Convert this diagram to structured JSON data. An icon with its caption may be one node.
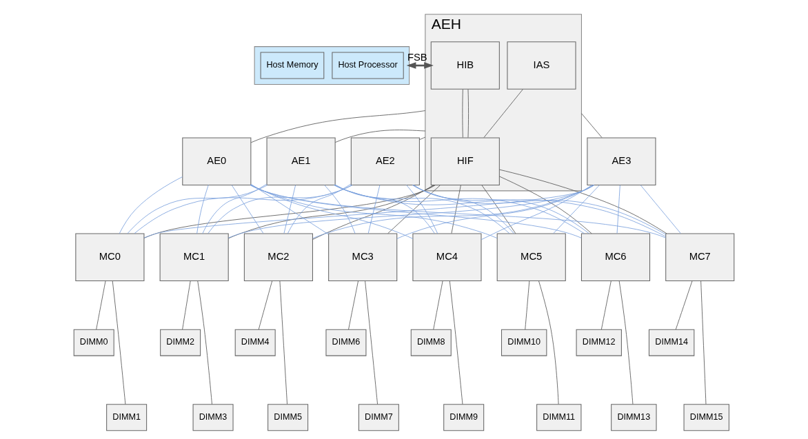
{
  "diagram": {
    "nodes": [
      {
        "text": [],
        "shape": "box"
      },
      {
        "text": [
          "Host Processor"
        ],
        "in": 0
      },
      {
        "text": [
          "Host Memory"
        ],
        "in": 0
      },
      {
        "text": [
          "AEH"
        ]
      },
      {
        "text": [
          "IAS"
        ],
        "in": 3
      },
      {
        "text": [
          "HIB"
        ],
        "in": 3
      },
      {
        "text": [
          "HIF"
        ],
        "in": 3
      },
      {
        "text": [
          "AE0"
        ]
      },
      {
        "text": [
          "AE1"
        ]
      },
      {
        "text": [
          "AE2"
        ]
      },
      {
        "text": [
          "AE3"
        ]
      },
      {
        "text": [
          "MC0"
        ]
      },
      {
        "text": [
          "MC1"
        ]
      },
      {
        "text": [
          "MC2"
        ]
      },
      {
        "text": [
          "MC3"
        ]
      },
      {
        "text": [
          "MC4"
        ]
      },
      {
        "text": [
          "MC5"
        ]
      },
      {
        "text": [
          "MC6"
        ]
      },
      {
        "text": [
          "MC7"
        ]
      },
      {
        "text": [
          "DIMM0"
        ]
      },
      {
        "text": [
          "DIMM1"
        ]
      },
      {
        "text": [
          "DIMM2"
        ]
      },
      {
        "text": [
          "DIMM3"
        ]
      },
      {
        "text": [
          "DIMM4"
        ]
      },
      {
        "text": [
          "DIMM5"
        ]
      },
      {
        "text": [
          "DIMM6"
        ]
      },
      {
        "text": [
          "DIMM7"
        ]
      },
      {
        "text": [
          "DIMM8"
        ]
      },
      {
        "text": [
          "DIMM9"
        ]
      },
      {
        "text": [
          "DIMM10"
        ]
      },
      {
        "text": [
          "DIMM11"
        ]
      },
      {
        "text": [
          "DIMM12"
        ]
      },
      {
        "text": [
          "DIMM13"
        ]
      },
      {
        "text": [
          "DIMM14"
        ]
      },
      {
        "text": [
          "DIMM15"
        ]
      }
    ],
    "edges": [
      {
        "from": 0,
        "to": 5,
        "arrow": "both",
        "label": "FSB",
        "style": "thick"
      },
      {
        "from": 3,
        "to": 7,
        "arrow": "none"
      },
      {
        "from": 3,
        "to": 8,
        "arrow": "none"
      },
      {
        "from": 3,
        "to": 9,
        "arrow": "none"
      },
      {
        "from": 3,
        "to": 10,
        "arrow": "none"
      },
      {
        "from": 4,
        "to": 6,
        "arrow": "none"
      },
      {
        "from": 5,
        "to": 6,
        "arrow": "none"
      },
      {
        "from": 5,
        "to": 6,
        "arrow": "none"
      },
      {
        "from": 6,
        "to": 11,
        "arrow": "none"
      },
      {
        "from": 6,
        "to": 12,
        "arrow": "none"
      },
      {
        "from": 6,
        "to": 13,
        "arrow": "none"
      },
      {
        "from": 6,
        "to": 14,
        "arrow": "none"
      },
      {
        "from": 6,
        "to": 15,
        "arrow": "none"
      },
      {
        "from": 6,
        "to": 16,
        "arrow": "none"
      },
      {
        "from": 6,
        "to": 17,
        "arrow": "none"
      },
      {
        "from": 6,
        "to": 18,
        "arrow": "none"
      },
      {
        "from": 7,
        "to": 11,
        "arrow": "none",
        "color": "#7aa0dc"
      },
      {
        "from": 7,
        "to": 12,
        "arrow": "none",
        "color": "#7aa0dc"
      },
      {
        "from": 7,
        "to": 13,
        "arrow": "none",
        "color": "#7aa0dc"
      },
      {
        "from": 7,
        "to": 14,
        "arrow": "none",
        "color": "#7aa0dc"
      },
      {
        "from": 7,
        "to": 15,
        "arrow": "none",
        "color": "#7aa0dc"
      },
      {
        "from": 7,
        "to": 16,
        "arrow": "none",
        "color": "#7aa0dc"
      },
      {
        "from": 7,
        "to": 17,
        "arrow": "none",
        "color": "#7aa0dc"
      },
      {
        "from": 7,
        "to": 18,
        "arrow": "none",
        "color": "#7aa0dc"
      },
      {
        "from": 8,
        "to": 11,
        "arrow": "none",
        "color": "#7aa0dc"
      },
      {
        "from": 8,
        "to": 12,
        "arrow": "none",
        "color": "#7aa0dc"
      },
      {
        "from": 8,
        "to": 13,
        "arrow": "none",
        "color": "#7aa0dc"
      },
      {
        "from": 8,
        "to": 14,
        "arrow": "none",
        "color": "#7aa0dc"
      },
      {
        "from": 8,
        "to": 15,
        "arrow": "none",
        "color": "#7aa0dc"
      },
      {
        "from": 8,
        "to": 16,
        "arrow": "none",
        "color": "#7aa0dc"
      },
      {
        "from": 8,
        "to": 17,
        "arrow": "none",
        "color": "#7aa0dc"
      },
      {
        "from": 8,
        "to": 18,
        "arrow": "none",
        "color": "#7aa0dc"
      },
      {
        "from": 9,
        "to": 11,
        "arrow": "none",
        "color": "#7aa0dc"
      },
      {
        "from": 9,
        "to": 12,
        "arrow": "none",
        "color": "#7aa0dc"
      },
      {
        "from": 9,
        "to": 13,
        "arrow": "none",
        "color": "#7aa0dc"
      },
      {
        "from": 9,
        "to": 14,
        "arrow": "none",
        "color": "#7aa0dc"
      },
      {
        "from": 9,
        "to": 15,
        "arrow": "none",
        "color": "#7aa0dc"
      },
      {
        "from": 9,
        "to": 16,
        "arrow": "none",
        "color": "#7aa0dc"
      },
      {
        "from": 9,
        "to": 17,
        "arrow": "none",
        "color": "#7aa0dc"
      },
      {
        "from": 9,
        "to": 18,
        "arrow": "none",
        "color": "#7aa0dc"
      },
      {
        "from": 10,
        "to": 11,
        "arrow": "none",
        "color": "#7aa0dc"
      },
      {
        "from": 10,
        "to": 12,
        "arrow": "none",
        "color": "#7aa0dc"
      },
      {
        "from": 10,
        "to": 13,
        "arrow": "none",
        "color": "#7aa0dc"
      },
      {
        "from": 10,
        "to": 14,
        "arrow": "none",
        "color": "#7aa0dc"
      },
      {
        "from": 10,
        "to": 15,
        "arrow": "none",
        "color": "#7aa0dc"
      },
      {
        "from": 10,
        "to": 16,
        "arrow": "none",
        "color": "#7aa0dc"
      },
      {
        "from": 10,
        "to": 17,
        "arrow": "none",
        "color": "#7aa0dc"
      },
      {
        "from": 10,
        "to": 18,
        "arrow": "none",
        "color": "#7aa0dc"
      },
      {
        "from": 11,
        "to": 19,
        "arrow": "none"
      },
      {
        "from": 11,
        "to": 20,
        "arrow": "none"
      },
      {
        "from": 12,
        "to": 21,
        "arrow": "none"
      },
      {
        "from": 12,
        "to": 22,
        "arrow": "none"
      },
      {
        "from": 13,
        "to": 23,
        "arrow": "none"
      },
      {
        "from": 13,
        "to": 24,
        "arrow": "none"
      },
      {
        "from": 14,
        "to": 25,
        "arrow": "none"
      },
      {
        "from": 14,
        "to": 26,
        "arrow": "none"
      },
      {
        "from": 15,
        "to": 27,
        "arrow": "none"
      },
      {
        "from": 15,
        "to": 28,
        "arrow": "none"
      },
      {
        "from": 16,
        "to": 29,
        "arrow": "none"
      },
      {
        "from": 16,
        "to": 30,
        "arrow": "none"
      },
      {
        "from": 17,
        "to": 31,
        "arrow": "none"
      },
      {
        "from": 17,
        "to": 32,
        "arrow": "none"
      },
      {
        "from": 18,
        "to": 33,
        "arrow": "none"
      },
      {
        "from": 18,
        "to": 34,
        "arrow": "none"
      }
    ]
  }
}
